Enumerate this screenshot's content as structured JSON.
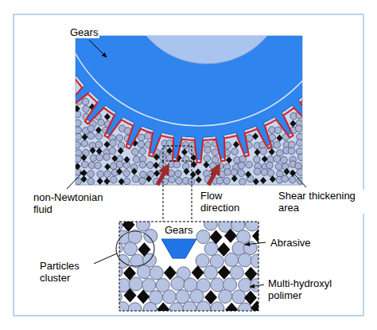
{
  "diagram": {
    "labels": [
      "Gears",
      "non-Newtonian fluid",
      "Flow direction",
      "Shear thickening area",
      "Gears",
      "Abrasive",
      "Particles cluster",
      "Multi-hydroxyl polimer"
    ]
  }
}
